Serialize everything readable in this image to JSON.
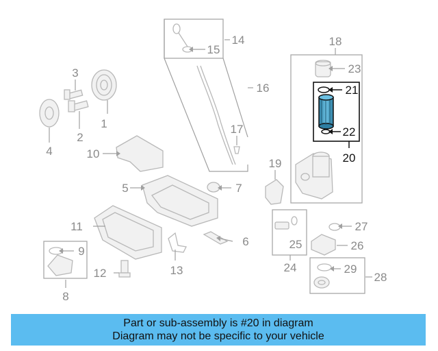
{
  "callouts": {
    "c1": "1",
    "c2": "2",
    "c3": "3",
    "c4": "4",
    "c5": "5",
    "c6": "6",
    "c7": "7",
    "c8": "8",
    "c9": "9",
    "c10": "10",
    "c11": "11",
    "c12": "12",
    "c13": "13",
    "c14": "14",
    "c15": "15",
    "c16": "16",
    "c17": "17",
    "c18": "18",
    "c19": "19",
    "c20": "20",
    "c21": "21",
    "c22": "22",
    "c23": "23",
    "c24": "24",
    "c25": "25",
    "c26": "26",
    "c27": "27",
    "c28": "28",
    "c29": "29"
  },
  "highlight_part": "20",
  "colors": {
    "banner_bg": "#5bbcf0",
    "filter_fill": "#4da6c9",
    "highlight": "#111111"
  },
  "banner": {
    "line1": "Part or sub-assembly is #20 in diagram",
    "line2": "Diagram may not be specific to your vehicle"
  }
}
